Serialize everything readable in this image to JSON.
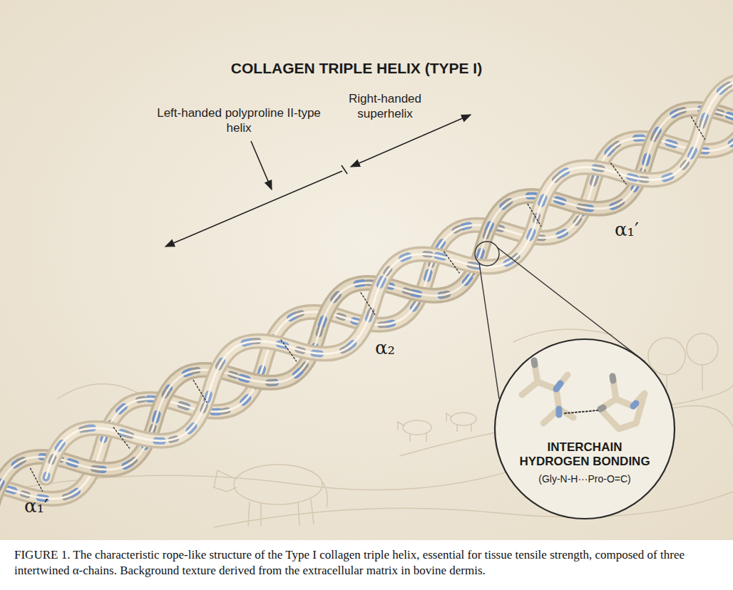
{
  "diagram": {
    "title": "COLLAGEN TRIPLE HELIX (TYPE I)",
    "caption": "FIGURE 1. The characteristic rope-like structure of the Type I collagen triple helix, essential for tissue tensile strength, composed of three intertwined α-chains. Background texture derived from the extracellular matrix in bovine dermis.",
    "nodes": [
      {
        "text": [
          "INTERCHAIN HYDROGEN BONDING",
          "(Gly-N-H···Pro-O=C)"
        ]
      }
    ],
    "labels": [
      "Left-handed polyproline II-type helix",
      "Right-handed superhelix",
      "α₁′",
      "α₂",
      "α₁′"
    ]
  }
}
